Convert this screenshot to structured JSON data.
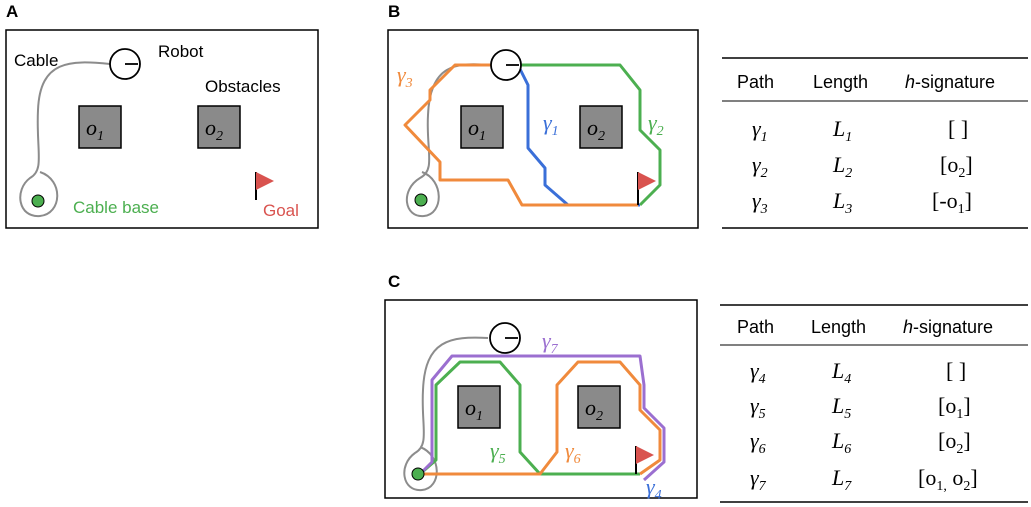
{
  "panels": {
    "a": {
      "label": "A",
      "cable": "Cable",
      "robot": "Robot",
      "obstacles": "Obstacles",
      "cable_base": "Cable base",
      "goal": "Goal"
    },
    "b": {
      "label": "B"
    },
    "c": {
      "label": "C"
    }
  },
  "obstacles": {
    "o1": "o",
    "o1_sub": "1",
    "o2": "o",
    "o2_sub": "2"
  },
  "path_labels": {
    "sym": "γ",
    "g1": "1",
    "g2": "2",
    "g3": "3",
    "g4": "4",
    "g5": "5",
    "g6": "6",
    "g7": "7"
  },
  "table_headers": {
    "path": "Path",
    "length": "Length",
    "h_prefix": "h",
    "h_suffix": "-signature"
  },
  "table_b": {
    "rows": [
      {
        "path": "γ",
        "path_sub": "1",
        "length": "L",
        "length_sub": "1",
        "h": "[ ]"
      },
      {
        "path": "γ",
        "path_sub": "2",
        "length": "L",
        "length_sub": "2",
        "h_open": "[o",
        "h_sub": "2",
        "h_close": "]"
      },
      {
        "path": "γ",
        "path_sub": "3",
        "length": "L",
        "length_sub": "3",
        "h_open": "[-o",
        "h_sub": "1",
        "h_close": "]"
      }
    ]
  },
  "table_c": {
    "rows": [
      {
        "path": "γ",
        "path_sub": "4",
        "length": "L",
        "length_sub": "4",
        "h": "[ ]"
      },
      {
        "path": "γ",
        "path_sub": "5",
        "length": "L",
        "length_sub": "5",
        "h_open": "[o",
        "h_sub": "1",
        "h_close": "]"
      },
      {
        "path": "γ",
        "path_sub": "6",
        "length": "L",
        "length_sub": "6",
        "h_open": "[o",
        "h_sub": "2",
        "h_close": "]"
      },
      {
        "path": "γ",
        "path_sub": "7",
        "length": "L",
        "length_sub": "7",
        "h_open": "[o",
        "h_sub": "1,",
        "h_mid": " o",
        "h_sub2": "2",
        "h_close": "]"
      }
    ]
  },
  "colors": {
    "green": "#4caf50",
    "blue": "#3a6fd8",
    "orange": "#f08a3c",
    "purple": "#9b6fd0",
    "obstacle": "#8a8a8a",
    "goal": "#d9534f",
    "cable": "#8c8c8c",
    "base": "#4caf50"
  }
}
